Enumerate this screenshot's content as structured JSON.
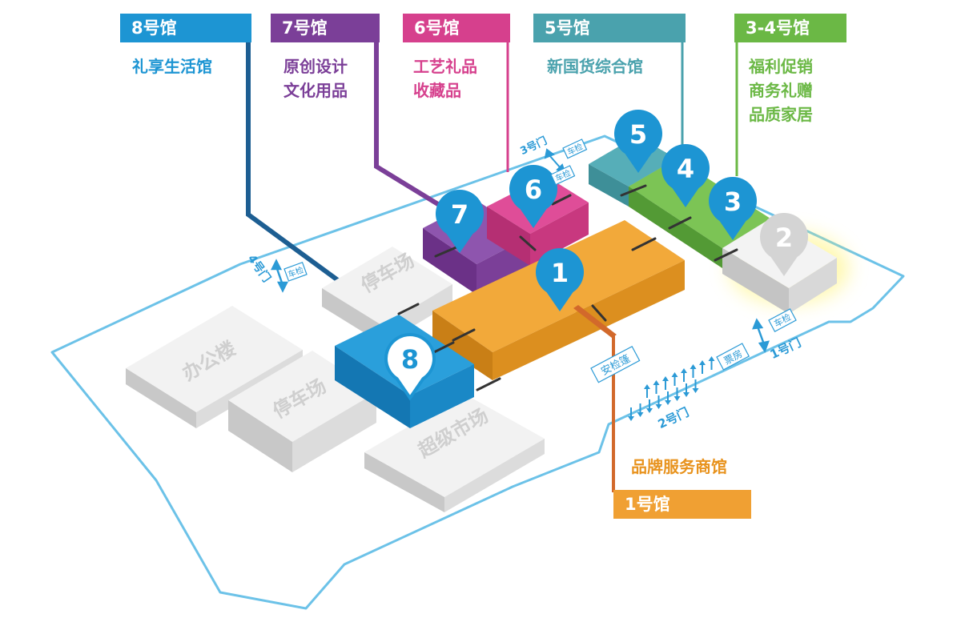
{
  "colors": {
    "hall8": "#1d95d3",
    "hall7": "#7b3f98",
    "hall6": "#d6408d",
    "hall5": "#4aa2ad",
    "hall34": "#6bb845",
    "hall1": "#eea02a",
    "hall2": "#d9d9d9",
    "site_outline": "#6cc2e8",
    "gate_text": "#2b9ad6"
  },
  "halls": [
    {
      "id": "8",
      "tag": "8号馆",
      "lines": [
        "礼享生活馆"
      ]
    },
    {
      "id": "7",
      "tag": "7号馆",
      "lines": [
        "原创设计",
        "文化用品"
      ]
    },
    {
      "id": "6",
      "tag": "6号馆",
      "lines": [
        "工艺礼品",
        "收藏品"
      ]
    },
    {
      "id": "5",
      "tag": "5号馆",
      "lines": [
        "新国货综合馆"
      ]
    },
    {
      "id": "34",
      "tag": "3-4号馆",
      "lines": [
        "福利促销",
        "商务礼赠",
        "品质家居"
      ]
    },
    {
      "id": "1",
      "tag": "1号馆",
      "lines": [
        "品牌服务商馆"
      ]
    }
  ],
  "pins": [
    "8",
    "7",
    "6",
    "5",
    "4",
    "3",
    "2",
    "1"
  ],
  "buildings": {
    "office": "办公楼",
    "parking1": "停车场",
    "parking2": "停车场",
    "supermarket": "超级市场"
  },
  "gates": {
    "gate1": "1号门",
    "gate2": "2号门",
    "gate3": "3号门",
    "gate4": "4号门"
  },
  "facilities": {
    "vehicle_check": "车检",
    "ticket_office": "票房",
    "security_tent": "安检篷"
  }
}
